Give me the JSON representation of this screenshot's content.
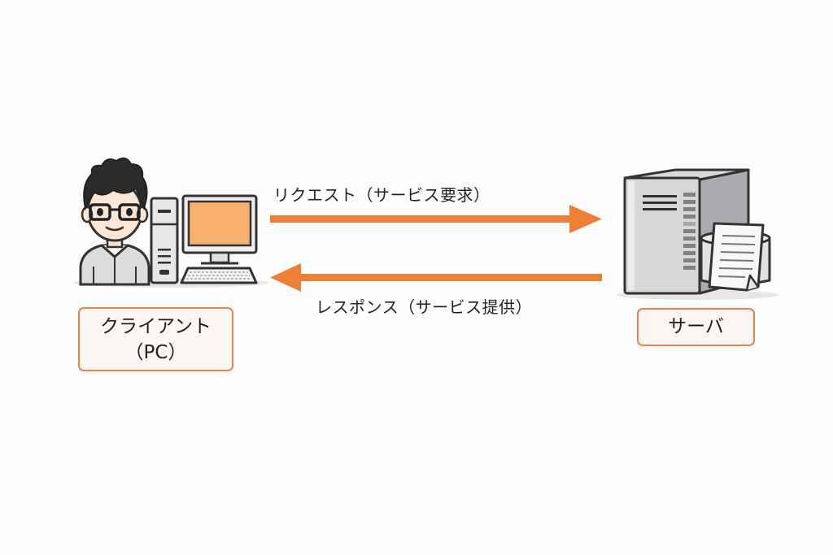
{
  "colors": {
    "arrow": "#ef7f34",
    "box_border": "#e8834a",
    "box_fill": "#faf7f3",
    "monitor_screen": "#f8b071"
  },
  "client": {
    "label_line1": "クライアント",
    "label_line2": "（PC）"
  },
  "server": {
    "label": "サーバ"
  },
  "request": {
    "label": "リクエスト（サービス要求）",
    "direction": "client-to-server"
  },
  "response": {
    "label": "レスポンス（サービス提供）",
    "direction": "server-to-client"
  },
  "icons": {
    "person": "person-with-glasses-icon",
    "pc": "desktop-pc-icon",
    "server": "server-tower-icon",
    "document": "document-icon",
    "database": "database-icon"
  }
}
